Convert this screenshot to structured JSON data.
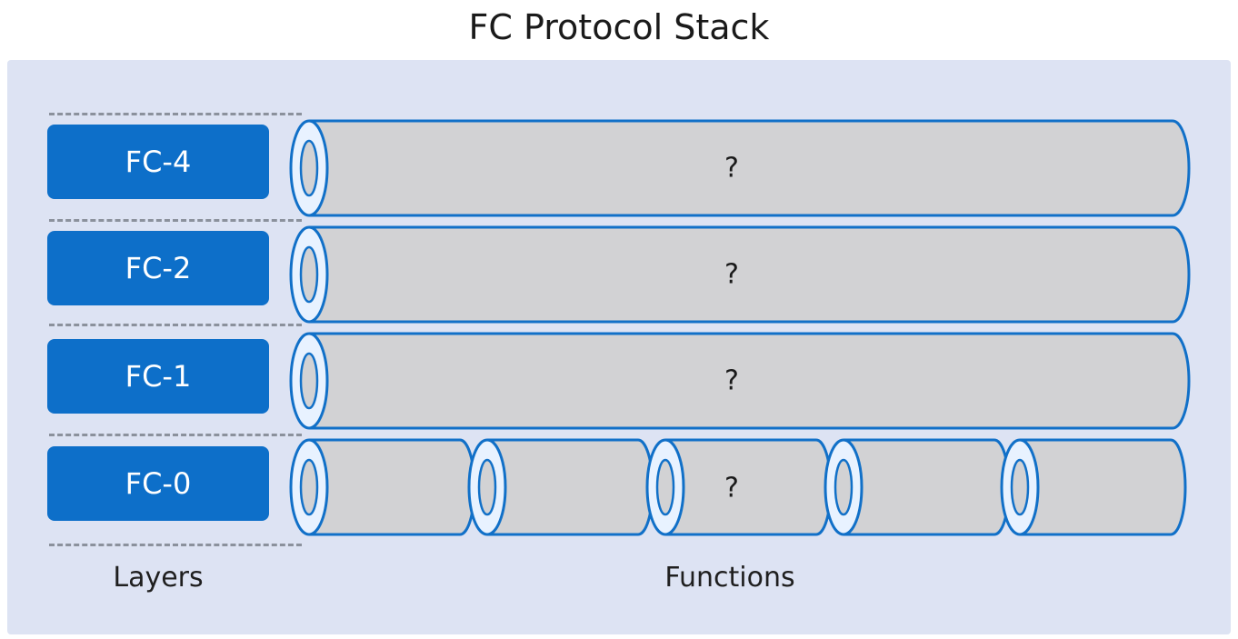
{
  "title": "FC Protocol Stack",
  "layers": [
    {
      "label": "FC-4",
      "function": "?"
    },
    {
      "label": "FC-2",
      "function": "?"
    },
    {
      "label": "FC-1",
      "function": "?"
    },
    {
      "label": "FC-0",
      "function": "?"
    }
  ],
  "footer": {
    "layers_label": "Layers",
    "functions_label": "Functions"
  },
  "colors": {
    "layer_box": "#0d6fc9",
    "pipe_fill": "#d2d2d4",
    "pipe_outline": "#1170c8",
    "panel": "#dde3f3"
  }
}
